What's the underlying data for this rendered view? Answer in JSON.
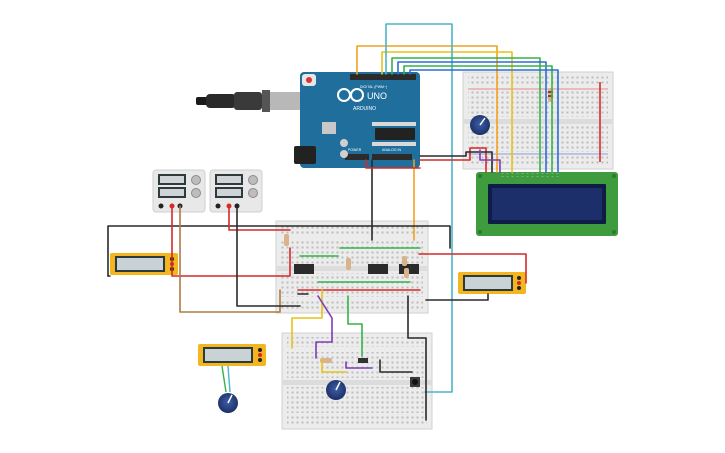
{
  "arduino": {
    "model": "UNO",
    "brand": "ARDUINO",
    "header_labels": [
      "DIGITAL (PWM~)",
      "POWER",
      "ANALOG IN"
    ]
  },
  "colors": {
    "arduino_board": "#1f6e9c",
    "lcd_pcb": "#3e9b3e",
    "lcd_screen": "#1c2f6b",
    "multimeter": "#f3b61f",
    "breadboard": "#ececec",
    "supply": "#e8e8e8",
    "wire_orange": "#f1a11e",
    "wire_yellow": "#e6c21a",
    "wire_cyan": "#4bb5c8",
    "wire_blue": "#2f6fd1",
    "wire_green": "#35b24a",
    "wire_red": "#d42a2a",
    "wire_black": "#2a2a2a",
    "wire_purple": "#7e3bb5",
    "wire_brown": "#b07a3e"
  },
  "icons": [
    "usb-cable-icon",
    "potentiometer-icon",
    "push-button-icon",
    "ic-chip-icon",
    "resistor-icon"
  ]
}
